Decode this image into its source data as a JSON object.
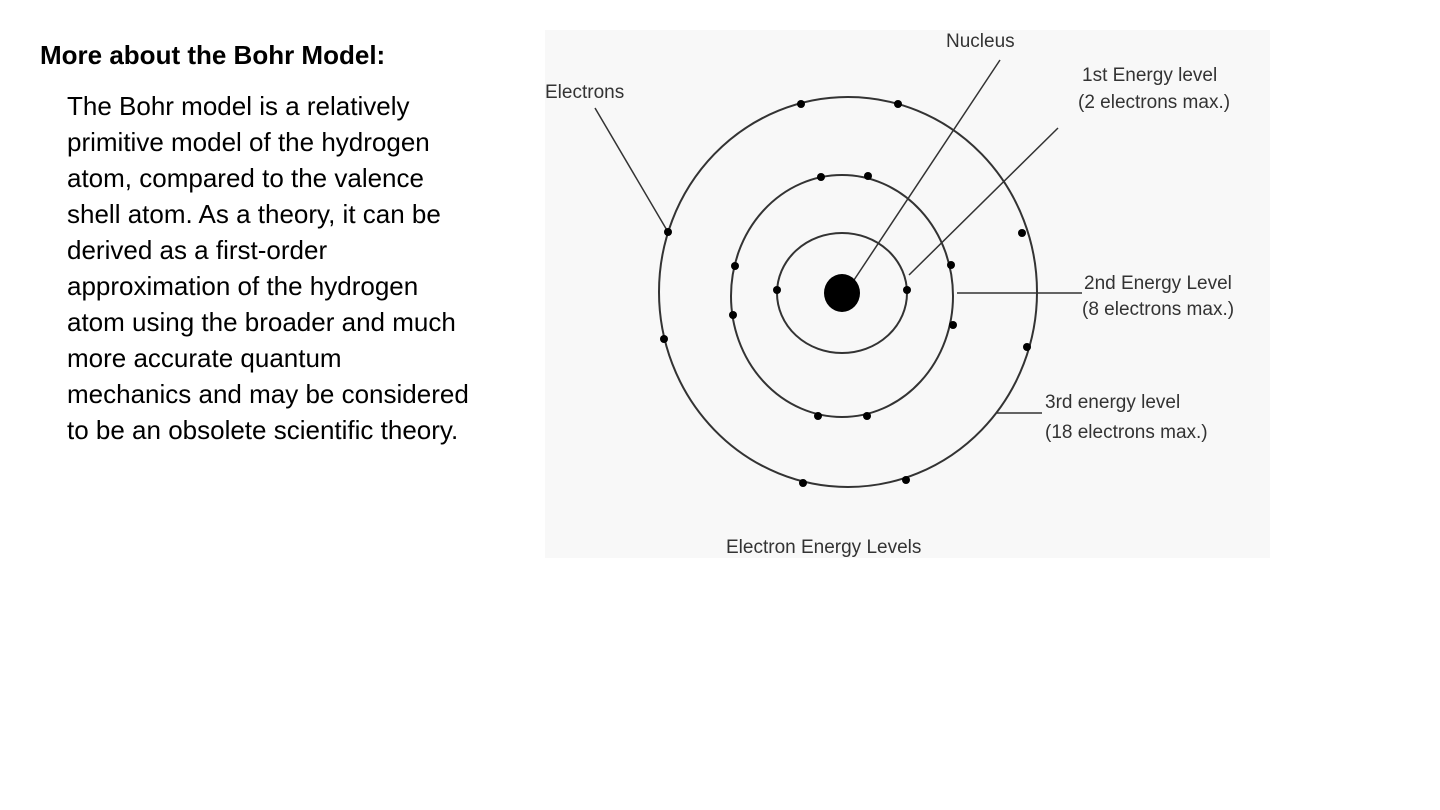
{
  "slide": {
    "title": "More about the Bohr Model:",
    "paragraph_lines": [
      "The Bohr model is a relatively",
      "primitive model of the hydrogen",
      "atom, compared to the valence",
      "shell atom. As a theory, it can be",
      "derived as a first-order",
      "approximation of the hydrogen",
      "atom using the broader and much",
      "more accurate quantum",
      "mechanics and may be considered",
      "to be an obsolete scientific theory."
    ]
  },
  "diagram": {
    "labels": {
      "electrons": "Electrons",
      "nucleus": "Nucleus",
      "level1_name": "1st Energy level",
      "level1_max": "(2 electrons max.)",
      "level2_name": "2nd Energy Level",
      "level2_max": "(8 electrons max.)",
      "level3_name": "3rd energy level",
      "level3_max": "(18 electrons max.)",
      "caption": "Electron Energy Levels"
    },
    "electron_counts_shown": [
      2,
      8,
      8
    ]
  }
}
